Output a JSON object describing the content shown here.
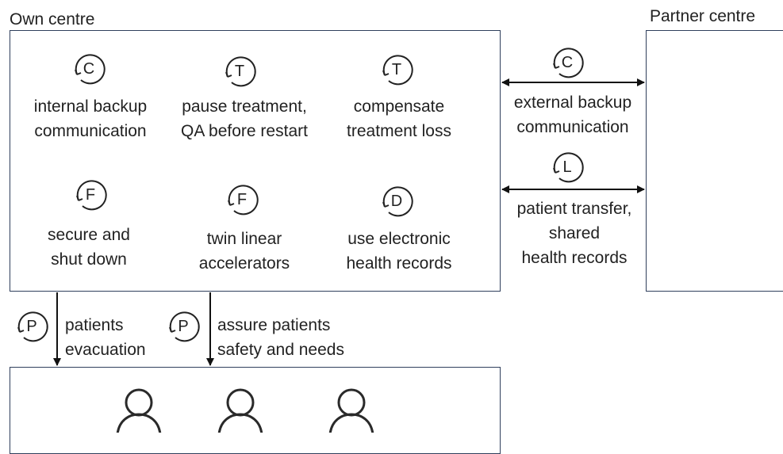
{
  "own_centre": {
    "title": "Own centre",
    "measures": [
      {
        "badge": "C",
        "label_lines": [
          "internal backup",
          "communication"
        ]
      },
      {
        "badge": "T",
        "label_lines": [
          "pause treatment,",
          "QA before restart"
        ]
      },
      {
        "badge": "T",
        "label_lines": [
          "compensate",
          "treatment loss"
        ]
      },
      {
        "badge": "F",
        "label_lines": [
          "secure and",
          "shut down"
        ]
      },
      {
        "badge": "F",
        "label_lines": [
          "twin linear",
          "accelerators"
        ]
      },
      {
        "badge": "D",
        "label_lines": [
          "use electronic",
          "health records"
        ]
      }
    ]
  },
  "partner_centre": {
    "title": "Partner centre"
  },
  "links": [
    {
      "badge": "C",
      "label_lines": [
        "external backup",
        "communication"
      ]
    },
    {
      "badge": "L",
      "label_lines": [
        "patient transfer,",
        "shared",
        "health records"
      ]
    }
  ],
  "patient_arrows": [
    {
      "badge": "P",
      "label_lines": [
        "patients",
        "evacuation"
      ]
    },
    {
      "badge": "P",
      "label_lines": [
        "assure patients",
        "safety and needs"
      ]
    }
  ],
  "patients": {
    "icon": "person-icon",
    "count": 3
  },
  "colors": {
    "border": "#2f3f5c",
    "text": "#222222",
    "line": "#111111"
  }
}
